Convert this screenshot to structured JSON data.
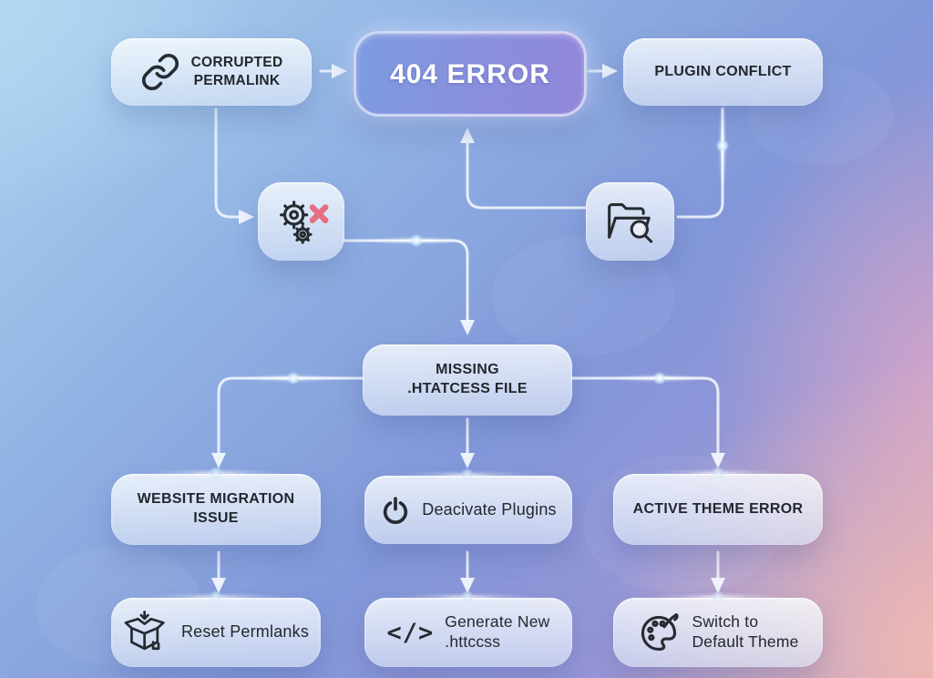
{
  "flowchart": {
    "title": "404 error troubleshooting flowchart",
    "nodes": {
      "corrupted_permalink": {
        "label": "CORRUPTED\nPERMALINK",
        "icon": "chain-link"
      },
      "error_404": {
        "label": "404 ERROR"
      },
      "plugin_conflict": {
        "label": "PLUGIN CONFLICT"
      },
      "settings_failure": {
        "icon": "gear-with-x"
      },
      "file_search": {
        "icon": "folder-search"
      },
      "missing_htaccess": {
        "label": "MISSING\n.HTATCESS FILE"
      },
      "website_migration": {
        "label": "WEBSITE MIGRATION\nISSUE"
      },
      "deactivate_plugins": {
        "label": "Deacivate Plugins",
        "icon": "power"
      },
      "active_theme_error": {
        "label": "ACTIVE THEME ERROR"
      },
      "reset_permalinks": {
        "label": "Reset Permlanks",
        "icon": "package-open"
      },
      "generate_htaccess": {
        "label": "Generate New\n.httccss",
        "icon": "code"
      },
      "switch_default_theme": {
        "label": "Switch to\nDefault Theme",
        "icon": "palette"
      }
    },
    "icons": {
      "code_glyph": "</>"
    },
    "colors": {
      "badge_gradient_start": "#7d9be0",
      "badge_gradient_end": "#9287da",
      "node_text": "#23272e",
      "connector_line": "#f0f5fc",
      "error_x": "#e66e82",
      "bg_top_left": "#aad2ee",
      "bg_bottom_left": "#7f9ed8",
      "bg_top_right": "#8ba0dd",
      "bg_bottom_right": "#eab7bb"
    }
  }
}
